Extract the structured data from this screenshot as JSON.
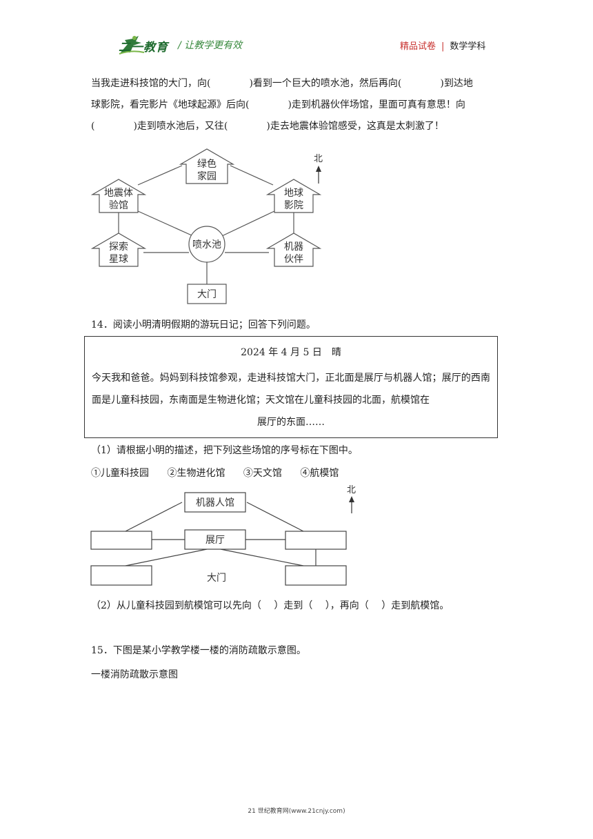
{
  "header": {
    "logo_text": "二一教育",
    "slogan": "/ 让教学更有效",
    "badge": "精品试卷",
    "divider": "|",
    "subject": "数学学科",
    "colors": {
      "green": "#1e6b2e",
      "red": "#c8322f"
    }
  },
  "q13": {
    "line1": "当我走进科技馆的大门，向(　　　　)看到一个巨大的喷水池，然后再向(　　　　)到达地",
    "line2": "球影院，看完影片《地球起源》后向(　　　　)走到机器伙伴场馆，里面可真有意思！向",
    "line3": "(　　　　)走到喷水池后，又往(　　　　)走去地震体验馆感受，这真是太刺激了！",
    "map": {
      "north": "北",
      "green_home": [
        "绿色",
        "家园"
      ],
      "quake_hall": [
        "地震体",
        "验馆"
      ],
      "earth_cinema": [
        "地球",
        "影院"
      ],
      "explore_planet": [
        "探索",
        "星球"
      ],
      "fountain": "喷水池",
      "robot_partner": [
        "机器",
        "伙伴"
      ],
      "gate": "大门"
    }
  },
  "q14": {
    "title": "14．阅读小明清明假期的游玩日记；回答下列问题。",
    "diary_date": "2024 年 4 月 5 日　晴",
    "diary_text": "今天我和爸爸。妈妈到科技馆参观，走进科技馆大门，正北面是展厅与机器人馆；展厅的西南面是儿童科技园，东南面是生物进化馆；天文馆在儿童科技园的北面，航模馆在",
    "diary_last": "展厅的东面……",
    "sub1": "（1）请根据小明的描述，把下列这些场馆的序号标在下图中。",
    "options": [
      "①儿童科技园",
      "②生物进化馆",
      "③天文馆",
      "④航模馆"
    ],
    "map": {
      "north": "北",
      "robot_hall": "机器人馆",
      "exhibition": "展厅",
      "gate": "大门"
    },
    "sub2": "（2）从儿童科技园到航模馆可以先向（　 ）走到（　 ），再向（　 ）走到航模馆。"
  },
  "q15": {
    "title": "15．下图是某小学教学楼一楼的消防疏散示意图。",
    "caption": "一楼消防疏散示意图"
  },
  "footer": "21 世纪教育网(www.21cnjy.com)"
}
